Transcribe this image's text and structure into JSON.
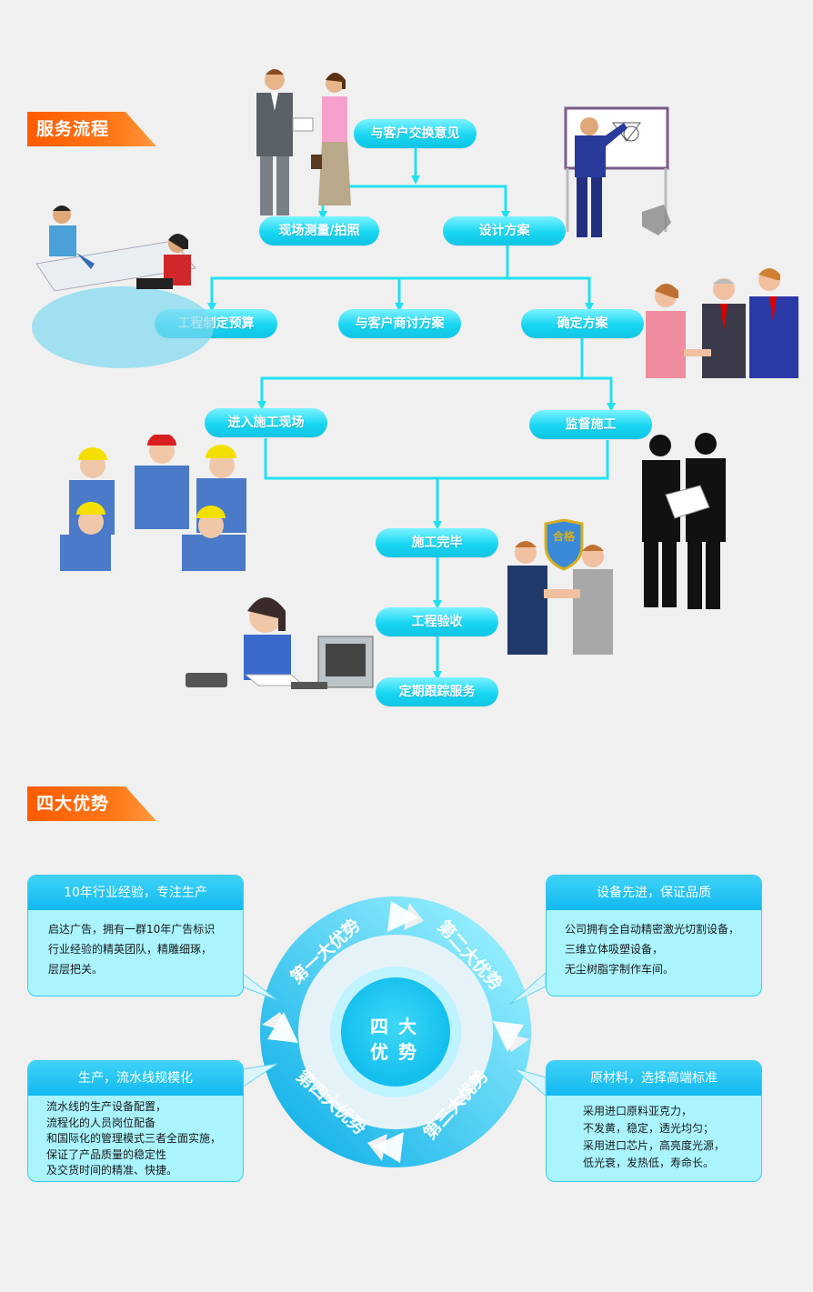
{
  "service_flow": {
    "title": "服务流程",
    "steps": {
      "exchange": "与客户交换意见",
      "measure": "现场测量/拍照",
      "design": "设计方案",
      "budget": "工程制定预算",
      "discuss": "与客户商讨方案",
      "confirm": "确定方案",
      "enter_site": "进入施工现场",
      "supervise": "监督施工",
      "complete": "施工完毕",
      "acceptance": "工程验收",
      "followup": "定期跟踪服务"
    },
    "badge_text": "合格"
  },
  "advantages": {
    "title": "四大优势",
    "center": [
      "四",
      "大",
      "优",
      "势"
    ],
    "ring_labels": [
      "第一大优势",
      "第二大优势",
      "第三大优势",
      "第四大优势"
    ],
    "boxes": [
      {
        "title": "10年行业经验，专注生产",
        "lines": [
          "启达广告，拥有一群10年广告标识",
          "行业经验的精英团队，精雕细琢，",
          "层层把关。"
        ]
      },
      {
        "title": "设备先进，保证品质",
        "lines": [
          "公司拥有全自动精密激光切割设备，",
          "三维立体吸塑设备，",
          "无尘树脂字制作车间。"
        ]
      },
      {
        "title": "生产，流水线规模化",
        "lines": [
          "流水线的生产设备配置，",
          "流程化的人员岗位配备",
          "和国际化的管理模式三者全面实施，",
          "保证了产品质量的稳定性",
          "及交货时间的精准、快捷。"
        ]
      },
      {
        "title": "原材料，选择高端标准",
        "lines": [
          "采用进口原料亚克力，",
          "不发黄，稳定，透光均匀；",
          "采用进口芯片，高亮度光源，",
          "低光衰，发热低，寿命长。"
        ]
      }
    ]
  },
  "colors": {
    "accent": "#ff6a00",
    "pill": "#18d6f2",
    "connector": "#22e0f0",
    "box_head": "#12b9ef",
    "box_body": "#a9f4ff"
  }
}
